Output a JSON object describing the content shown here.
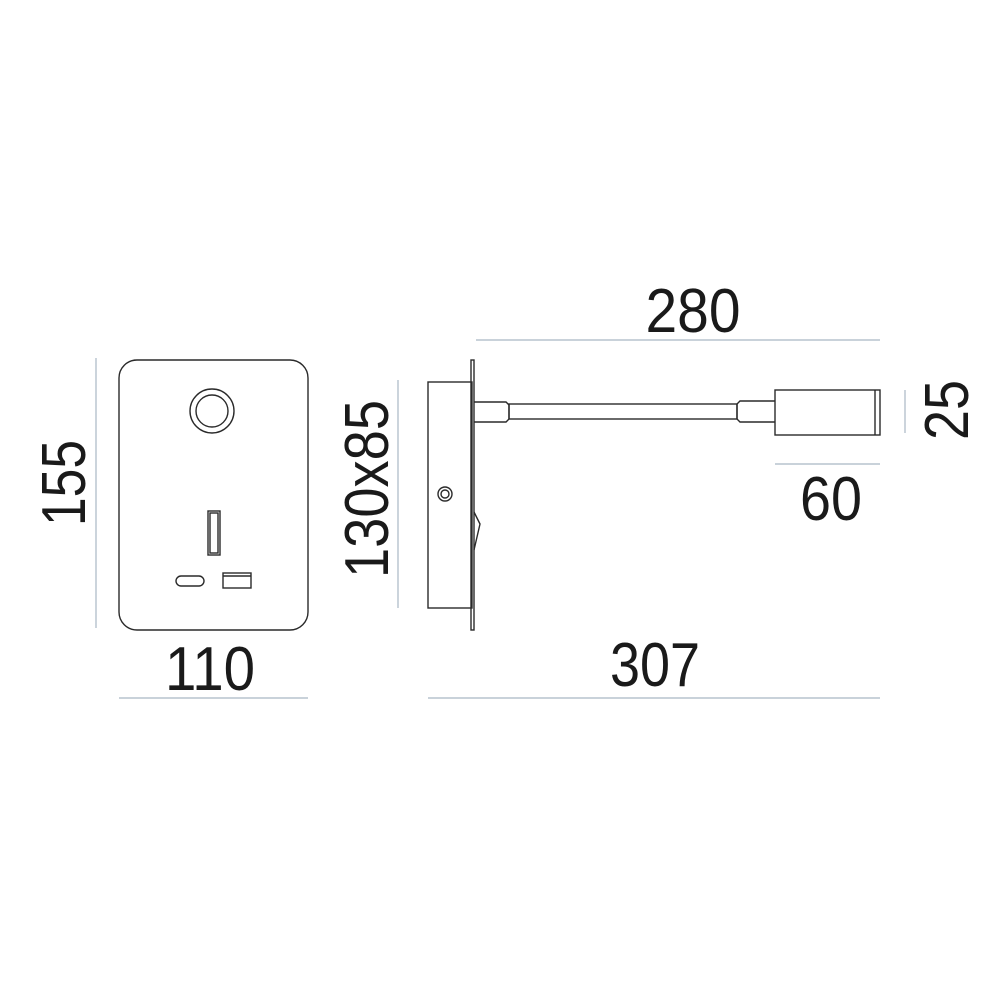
{
  "title": "Wall lamp with socket and USB - dimension drawing",
  "dimensions": {
    "front_height": "155",
    "front_width": "110",
    "backbox": "130x85",
    "arm_length": "280",
    "head_diameter": "25",
    "head_length": "60",
    "total_depth": "307"
  },
  "colors": {
    "outline": "#2a2a2a",
    "dimension_line": "#a9b8c4",
    "text": "#1a1a1a"
  }
}
